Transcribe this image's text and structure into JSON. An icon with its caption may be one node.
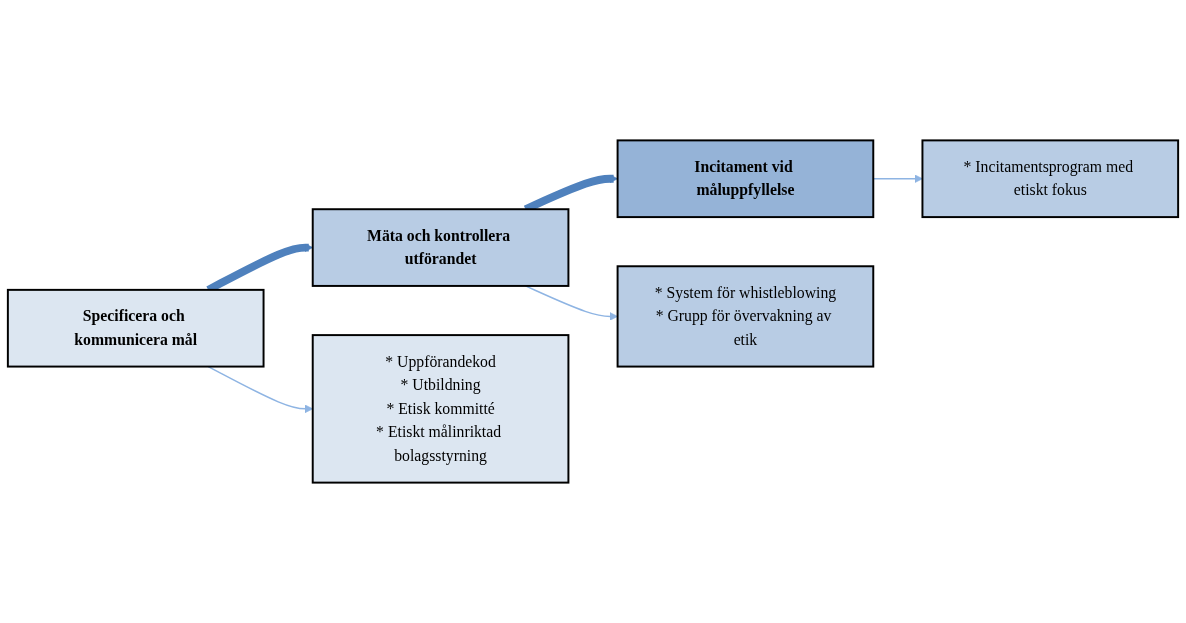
{
  "diagram": {
    "nodes": [
      {
        "text": [
          "Specificera och kommunicera mål"
        ]
      },
      {
        "text": [
          "Mäta och kontrollera utförandet"
        ]
      },
      {
        "text": [
          "Incitament vid måluppfyllelse"
        ]
      },
      {
        "text": [
          "* Uppförandekod",
          "* Utbildning",
          "* Etisk kommitté",
          "* Etiskt målinriktad bolagsstyrning"
        ]
      },
      {
        "text": [
          "* System för whistleblowing",
          "* Grupp för övervakning av etik"
        ]
      },
      {
        "text": [
          "* Incitamentsprogram med etiskt fokus"
        ]
      }
    ],
    "edges": [
      {
        "from": 0,
        "to": 3,
        "arrow": "to"
      },
      {
        "from": 0,
        "to": 1,
        "arrow": "to",
        "style": "thick",
        "color": "#4f81bd"
      },
      {
        "from": 1,
        "to": 4,
        "arrow": "to"
      },
      {
        "from": 1,
        "to": 2,
        "arrow": "to",
        "style": "thick",
        "color": "#4f81bd"
      },
      {
        "from": 2,
        "to": 5,
        "arrow": "to"
      }
    ]
  }
}
